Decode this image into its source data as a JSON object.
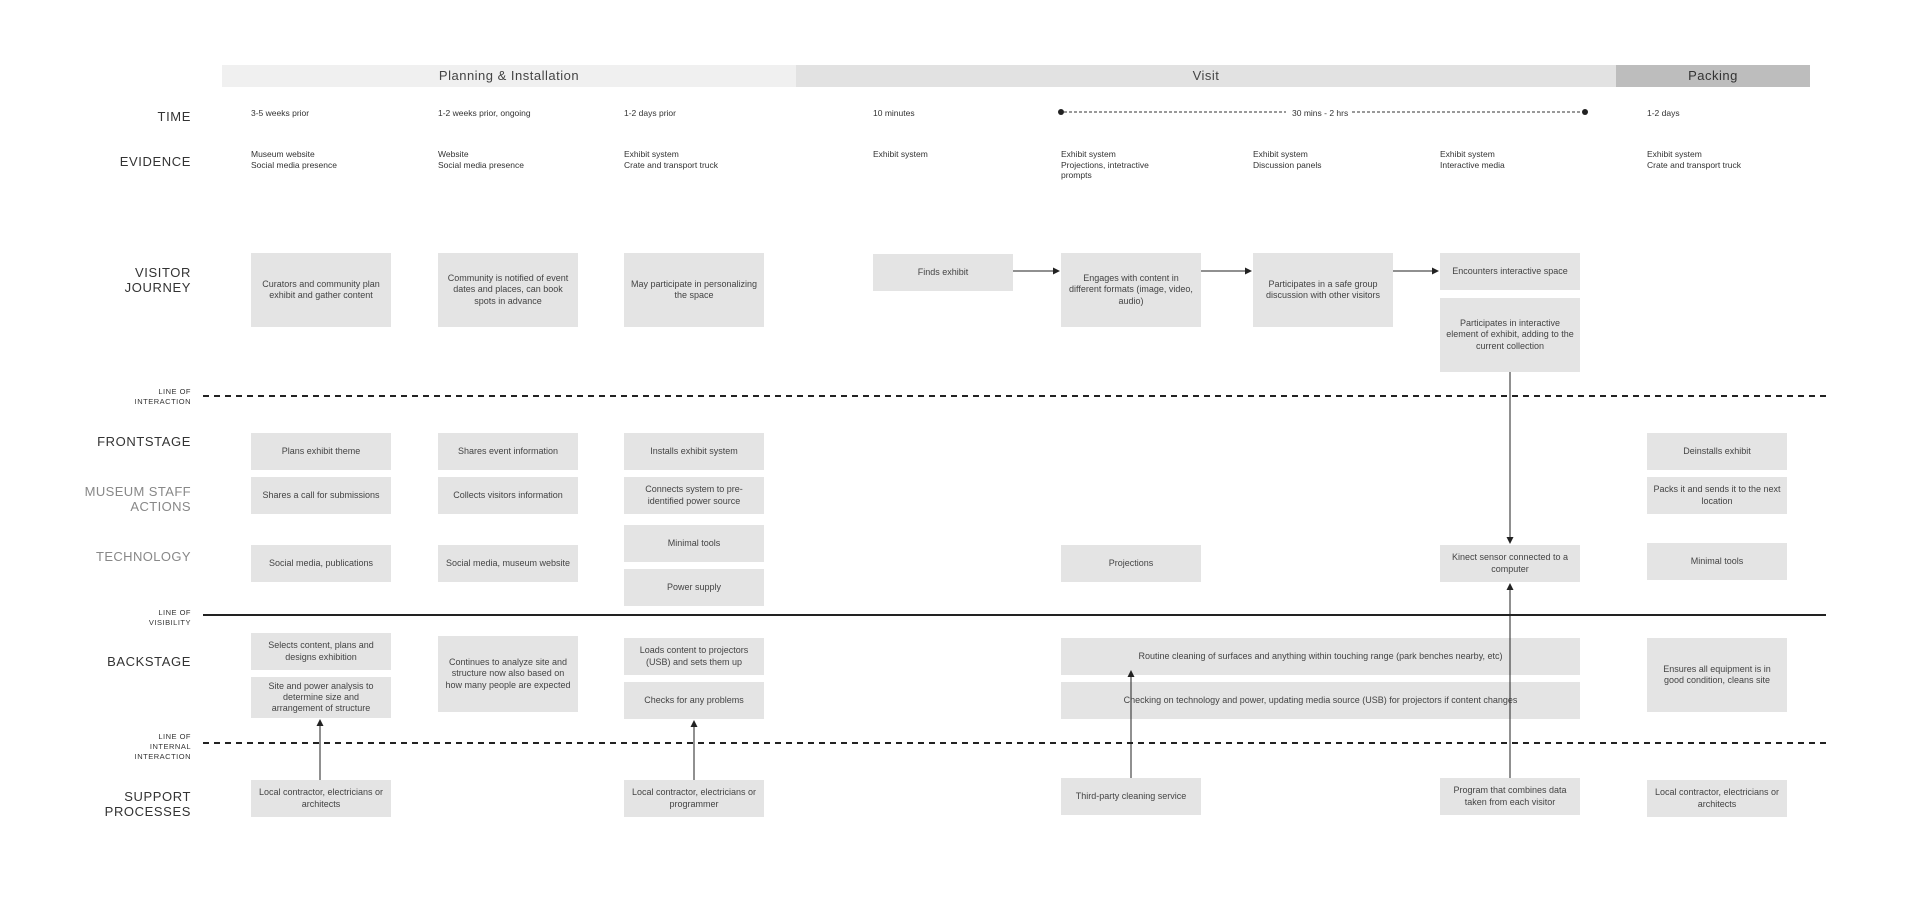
{
  "phases": {
    "planning": "Planning & Installation",
    "visit": "Visit",
    "packing": "Packing"
  },
  "colors": {
    "phase_planning_bg": "#f0f0f0",
    "phase_visit_bg": "#e2e2e2",
    "phase_packing_bg": "#bdbdbd",
    "card_bg": "#e4e4e4"
  },
  "rows": {
    "time": "TIME",
    "evidence": "EVIDENCE",
    "visitor_journey": "VISITOR\nJOURNEY",
    "line_of_interaction": "LINE OF\nINTERACTION",
    "frontstage": "FRONTSTAGE",
    "staff_actions": "MUSEUM STAFF\nACTIONS",
    "technology": "TECHNOLOGY",
    "line_of_visibility": "LINE OF\nVISIBILITY",
    "backstage": "BACKSTAGE",
    "line_of_internal_interaction": "LINE OF\nINTERNAL\nINTERACTION",
    "support_processes": "SUPPORT\nPROCESSES"
  },
  "time": {
    "c1": "3-5 weeks prior",
    "c2": "1-2 weeks prior, ongoing",
    "c3": "1-2 days prior",
    "c4": "10 minutes",
    "range": "30 mins - 2 hrs",
    "c8": "1-2 days"
  },
  "evidence": {
    "c1": "Museum website\nSocial media presence",
    "c2": "Website\nSocial media presence",
    "c3": "Exhibit system\nCrate and transport truck",
    "c4": "Exhibit system",
    "c5": "Exhibit system\nProjections, intetractive\nprompts",
    "c6": "Exhibit system\nDiscussion panels",
    "c7": "Exhibit system\nInteractive media",
    "c8": "Exhibit system\nCrate and transport truck"
  },
  "journey": {
    "c1": "Curators and community plan exhibit and gather content",
    "c2": "Community is notified of event dates and places, can book spots in advance",
    "c3": "May participate in personalizing the space",
    "c4": "Finds exhibit",
    "c5": "Engages with content in different formats (image, video, audio)",
    "c6": "Participates in a safe group discussion with other visitors",
    "c7a": "Encounters interactive space",
    "c7b": "Participates in interactive element of exhibit, adding to the current collection"
  },
  "frontstage": {
    "c1": "Plans exhibit theme",
    "c2": "Shares event information",
    "c3": "Installs exhibit system",
    "c8": "Deinstalls exhibit"
  },
  "staff": {
    "c1": "Shares a call for submissions",
    "c2": "Collects visitors information",
    "c3": "Connects system to pre-identified power source",
    "c8": "Packs it and sends it to the next location"
  },
  "technology": {
    "c1": "Social media, publications",
    "c2": "Social media, museum website",
    "c3a": "Minimal tools",
    "c3b": "Power supply",
    "c5": "Projections",
    "c7": "Kinect sensor connected to a computer",
    "c8": "Minimal tools"
  },
  "backstage": {
    "c1a": "Selects content, plans and designs exhibition",
    "c1b": "Site and power analysis to determine size and arrangement of structure",
    "c2": "Continues to analyze site and structure now also based on how many people are expected",
    "c3a": "Loads content to projectors (USB) and sets them up",
    "c3b": "Checks for any problems",
    "wide1": "Routine cleaning of surfaces and anything within touching range (park benches nearby, etc)",
    "wide2": "Checking on technology and power, updating media source (USB) for projectors if content changes",
    "c8": "Ensures all equipment is in good condition, cleans site"
  },
  "support": {
    "c1": "Local contractor, electricians or architects",
    "c3": "Local contractor, electricians or programmer",
    "c5": "Third-party cleaning service",
    "c7": "Program that combines data taken from each visitor",
    "c8": "Local contractor, electricians or architects"
  }
}
